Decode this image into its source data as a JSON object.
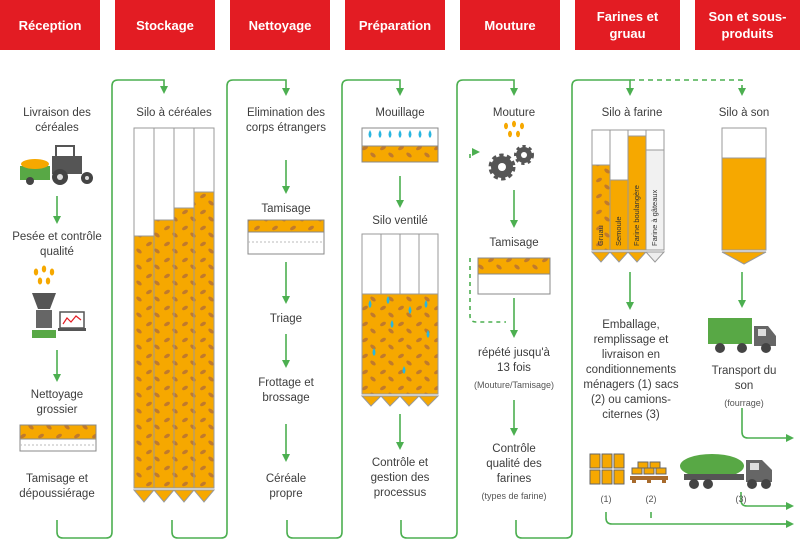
{
  "headers": [
    "Réception",
    "Stockage",
    "Nettoyage",
    "Préparation",
    "Mouture",
    "Farines et gruau",
    "Son et sous-produits"
  ],
  "labels": {
    "livraison": "Livraison des céréales",
    "pesee": "Pesée et contrôle qualité",
    "nettoyage_grossier": "Nettoyage grossier",
    "tamisage_depous": "Tamisage et dépoussiérage",
    "silo_cereales": "Silo à céréales",
    "elimination": "Elimination des corps étrangers",
    "tamisage_nett": "Tamisage",
    "triage": "Triage",
    "frottage": "Frottage et brossage",
    "cereale_propre": "Céréale propre",
    "mouillage": "Mouillage",
    "silo_ventile": "Silo ventilé",
    "controle_gestion": "Contrôle et gestion des processus",
    "mouture": "Mouture",
    "tamisage_mout": "Tamisage",
    "repete": "répété jusqu'à 13 fois",
    "repete_sub": "(Mouture/Tamisage)",
    "controle_qualite_farines": "Contrôle qualité des farines",
    "types_farine": "(types de farine)",
    "silo_farine": "Silo à farine",
    "emballage": "Emballage, remplissage et livraison en conditionnements ménagers (1) sacs (2) ou camions-citernes (3)",
    "num1": "(1)",
    "num2": "(2)",
    "num3": "(3)",
    "silo_son": "Silo à son",
    "transport_son": "Transport du son",
    "fourrage": "(fourrage)"
  },
  "flour_columns": [
    "Gruau",
    "Semoule",
    "Farine boulangère",
    "Farine à gâteaux"
  ],
  "colors": {
    "header": "#e31c23",
    "arrow": "#4caf50",
    "grain": "#f6a800",
    "seed": "#c07a2c",
    "water": "#29b6e0",
    "truck": "#58a845"
  }
}
